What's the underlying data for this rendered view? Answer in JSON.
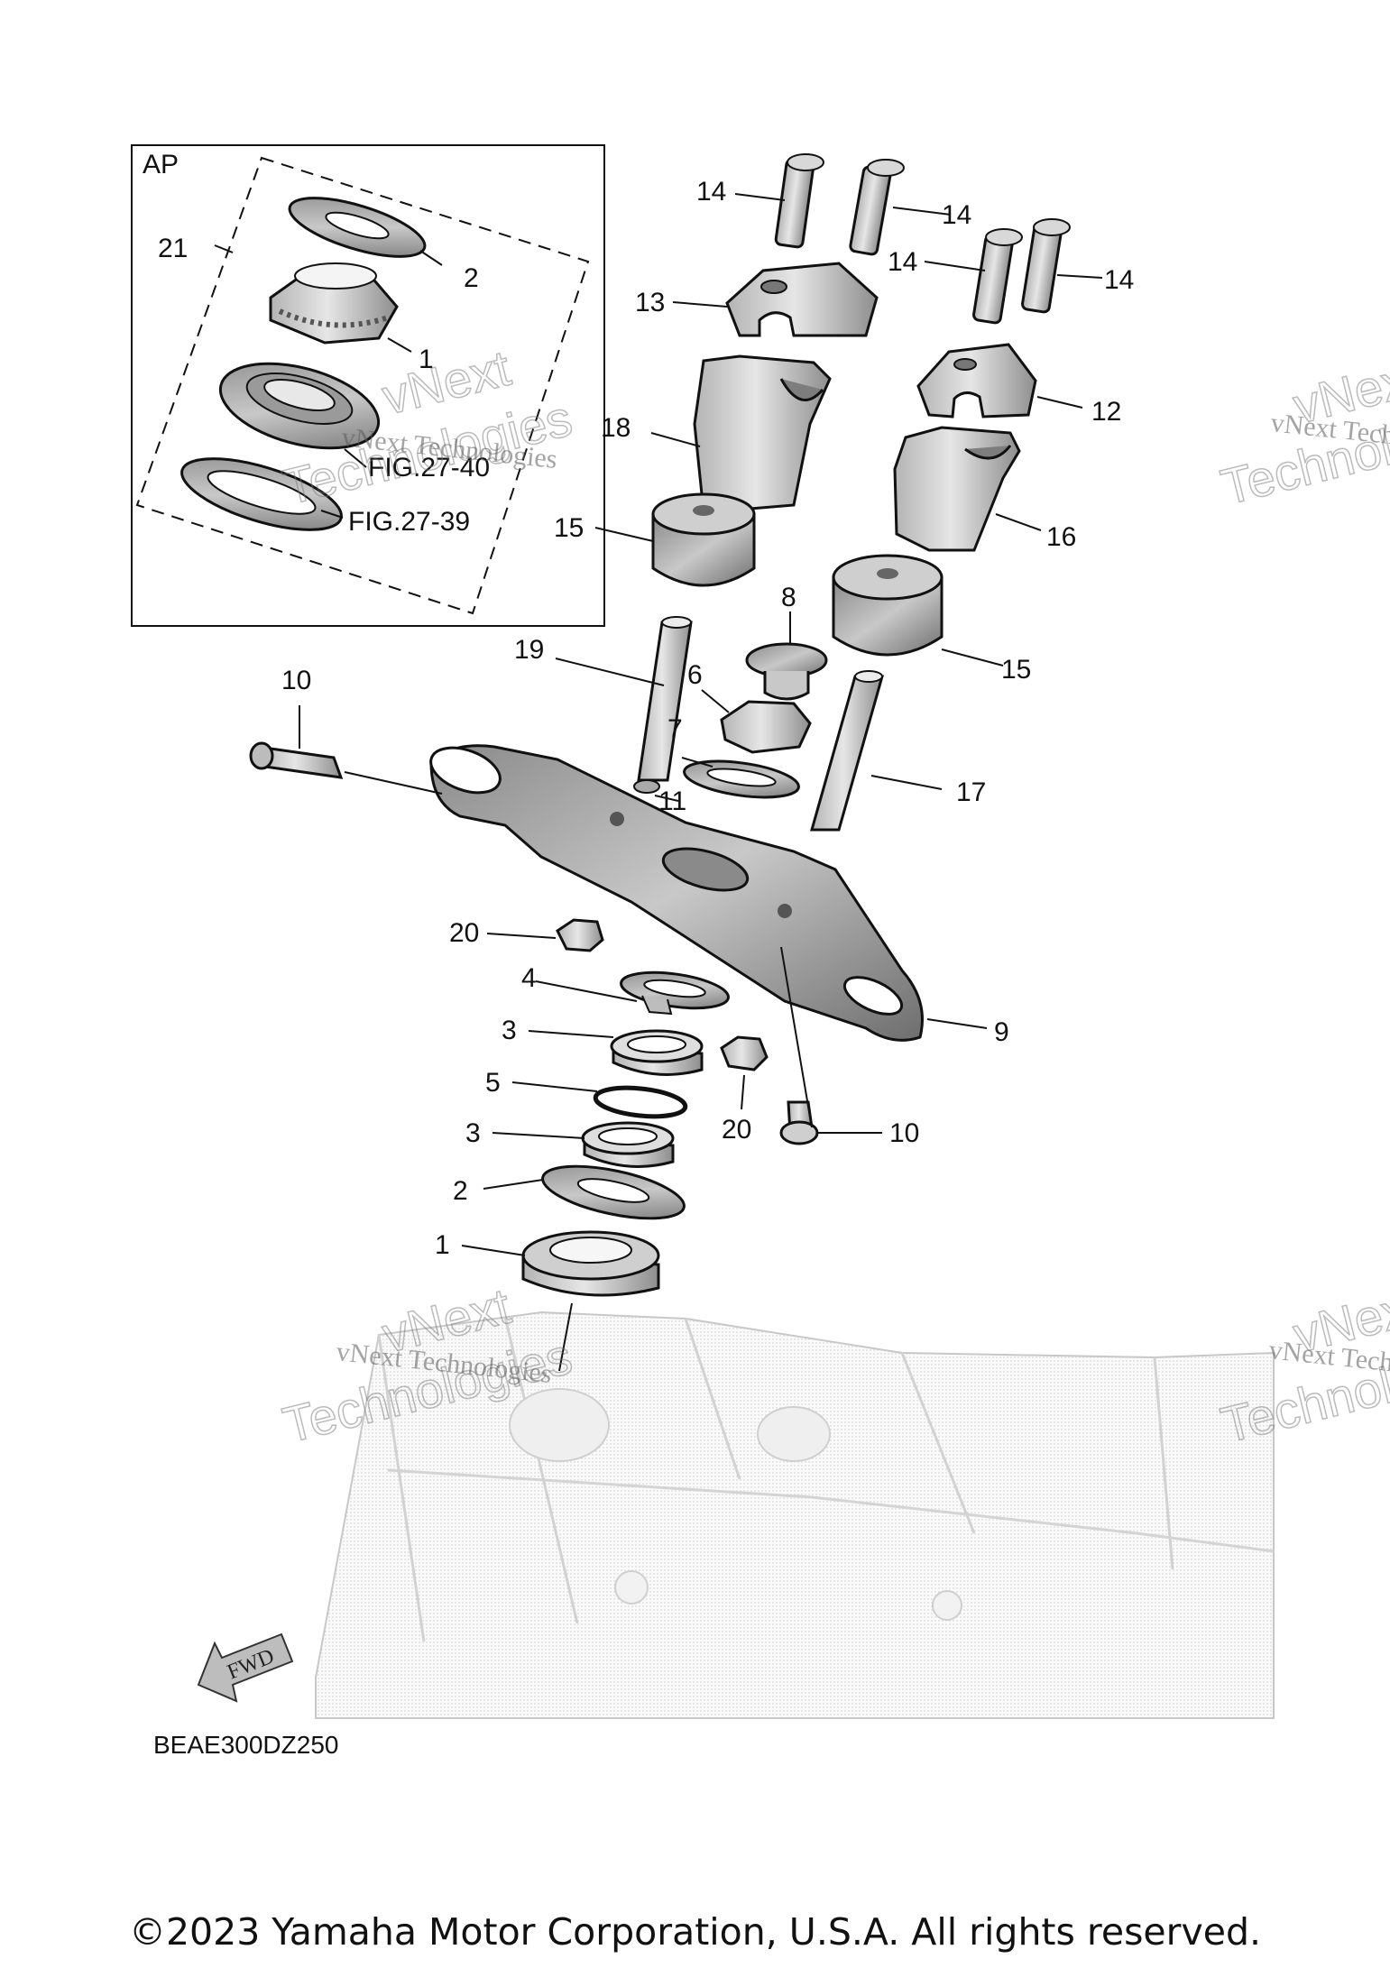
{
  "box_label": "AP",
  "callouts": {
    "c1_ap": "1",
    "c2_ap": "2",
    "c21": "21",
    "fig_27_40": "FIG.27-40",
    "fig_27_39": "FIG.27-39",
    "c14_a": "14",
    "c14_b": "14",
    "c14_c": "14",
    "c14_d": "14",
    "c13": "13",
    "c12": "12",
    "c18": "18",
    "c16": "16",
    "c15_a": "15",
    "c15_b": "15",
    "c8": "8",
    "c19": "19",
    "c6": "6",
    "c7": "7",
    "c17": "17",
    "c11": "11",
    "c10_a": "10",
    "c10_b": "10",
    "c20_a": "20",
    "c20_b": "20",
    "c9": "9",
    "c4": "4",
    "c3_a": "3",
    "c3_b": "3",
    "c5": "5",
    "c2": "2",
    "c1": "1"
  },
  "fwd_label": "FWD",
  "diagram_code": "BEAE300DZ250",
  "watermark": {
    "line": "vNext Technologies",
    "word1": "vNext",
    "word2": "Technologies"
  },
  "copyright": "©2023 Yamaha Motor Corporation, U.S.A. All rights reserved."
}
